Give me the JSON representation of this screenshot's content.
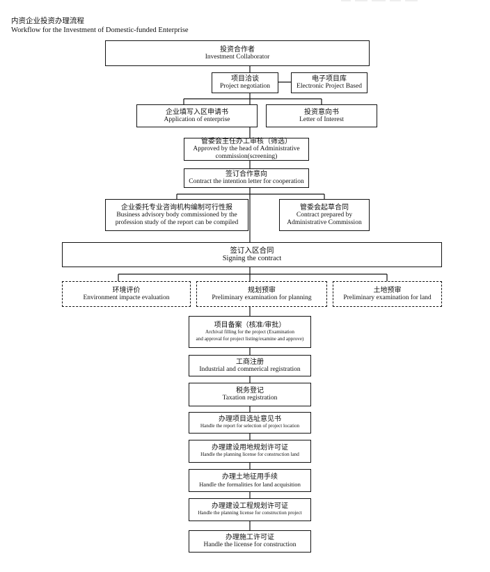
{
  "header": {
    "title_cn": "内资企业投资办理流程",
    "title_en": "Workflow for the Investment of Domestic-funded Enterprise"
  },
  "boxes": {
    "investment_collaborator": {
      "cn": "投资合作者",
      "en": "Investment Collaborator"
    },
    "project_negotiation": {
      "cn": "项目洽谈",
      "en": "Project negotiation"
    },
    "electronic_project": {
      "cn": "电子项目库",
      "en": "Electronic Project Based"
    },
    "application_enterprise": {
      "cn": "企业填写入区申请书",
      "en": "Application of enterprise"
    },
    "letter_interest": {
      "cn": "投资意向书",
      "en": "Letter of Interest"
    },
    "approved_head": {
      "cn": "管委会主任办工审核（筛选）",
      "en1": "Approved by the head of Administrative",
      "en2": "commission(screening)"
    },
    "intention_letter": {
      "cn": "签订合作意向",
      "en": "Contract the intention letter for cooperation"
    },
    "feasibility": {
      "cn": "企业委托专业咨询机构编制可行性报",
      "en1": "Business advisory body commissioned by the",
      "en2": "profession study of the report can be compiled"
    },
    "contract_prepared": {
      "cn": "管委会起草合同",
      "en1": "Contract prepared by",
      "en2": "Administrative Commission"
    },
    "signing_contract": {
      "cn": "签订入区合同",
      "en": "Signing the contract"
    },
    "environment": {
      "cn": "环境评价",
      "en": "Environment impacte evaluation"
    },
    "planning_exam": {
      "cn": "规划预审",
      "en": "Preliminary examination for planning"
    },
    "land_exam": {
      "cn": "土地预审",
      "en": "Preliminary examination for land"
    },
    "archival": {
      "cn": "项目备案（核准/审批）",
      "en1": "Archival filling for the project (Examination",
      "en2": "and approval for project listing/examine and approve)"
    },
    "industrial": {
      "cn": "工商注册",
      "en": "Industrial and commerical registration"
    },
    "taxation": {
      "cn": "税务登记",
      "en": "Taxation  registration"
    },
    "location_report": {
      "cn": "办理项目选址意见书",
      "en": "Handle the report for selection of project location"
    },
    "land_planning_license": {
      "cn": "办理建设用地规划许可证",
      "en": "Handle the planning license for construction land"
    },
    "land_acquisition": {
      "cn": "办理土地征用手续",
      "en": "Handle the formalities for land acquisition"
    },
    "project_planning_license": {
      "cn": "办理建设工程规划许可证",
      "en": "Handle the planning license for   construction project"
    },
    "construction_license": {
      "cn": "办理施工许可证",
      "en": "Handle the license for construction"
    }
  }
}
